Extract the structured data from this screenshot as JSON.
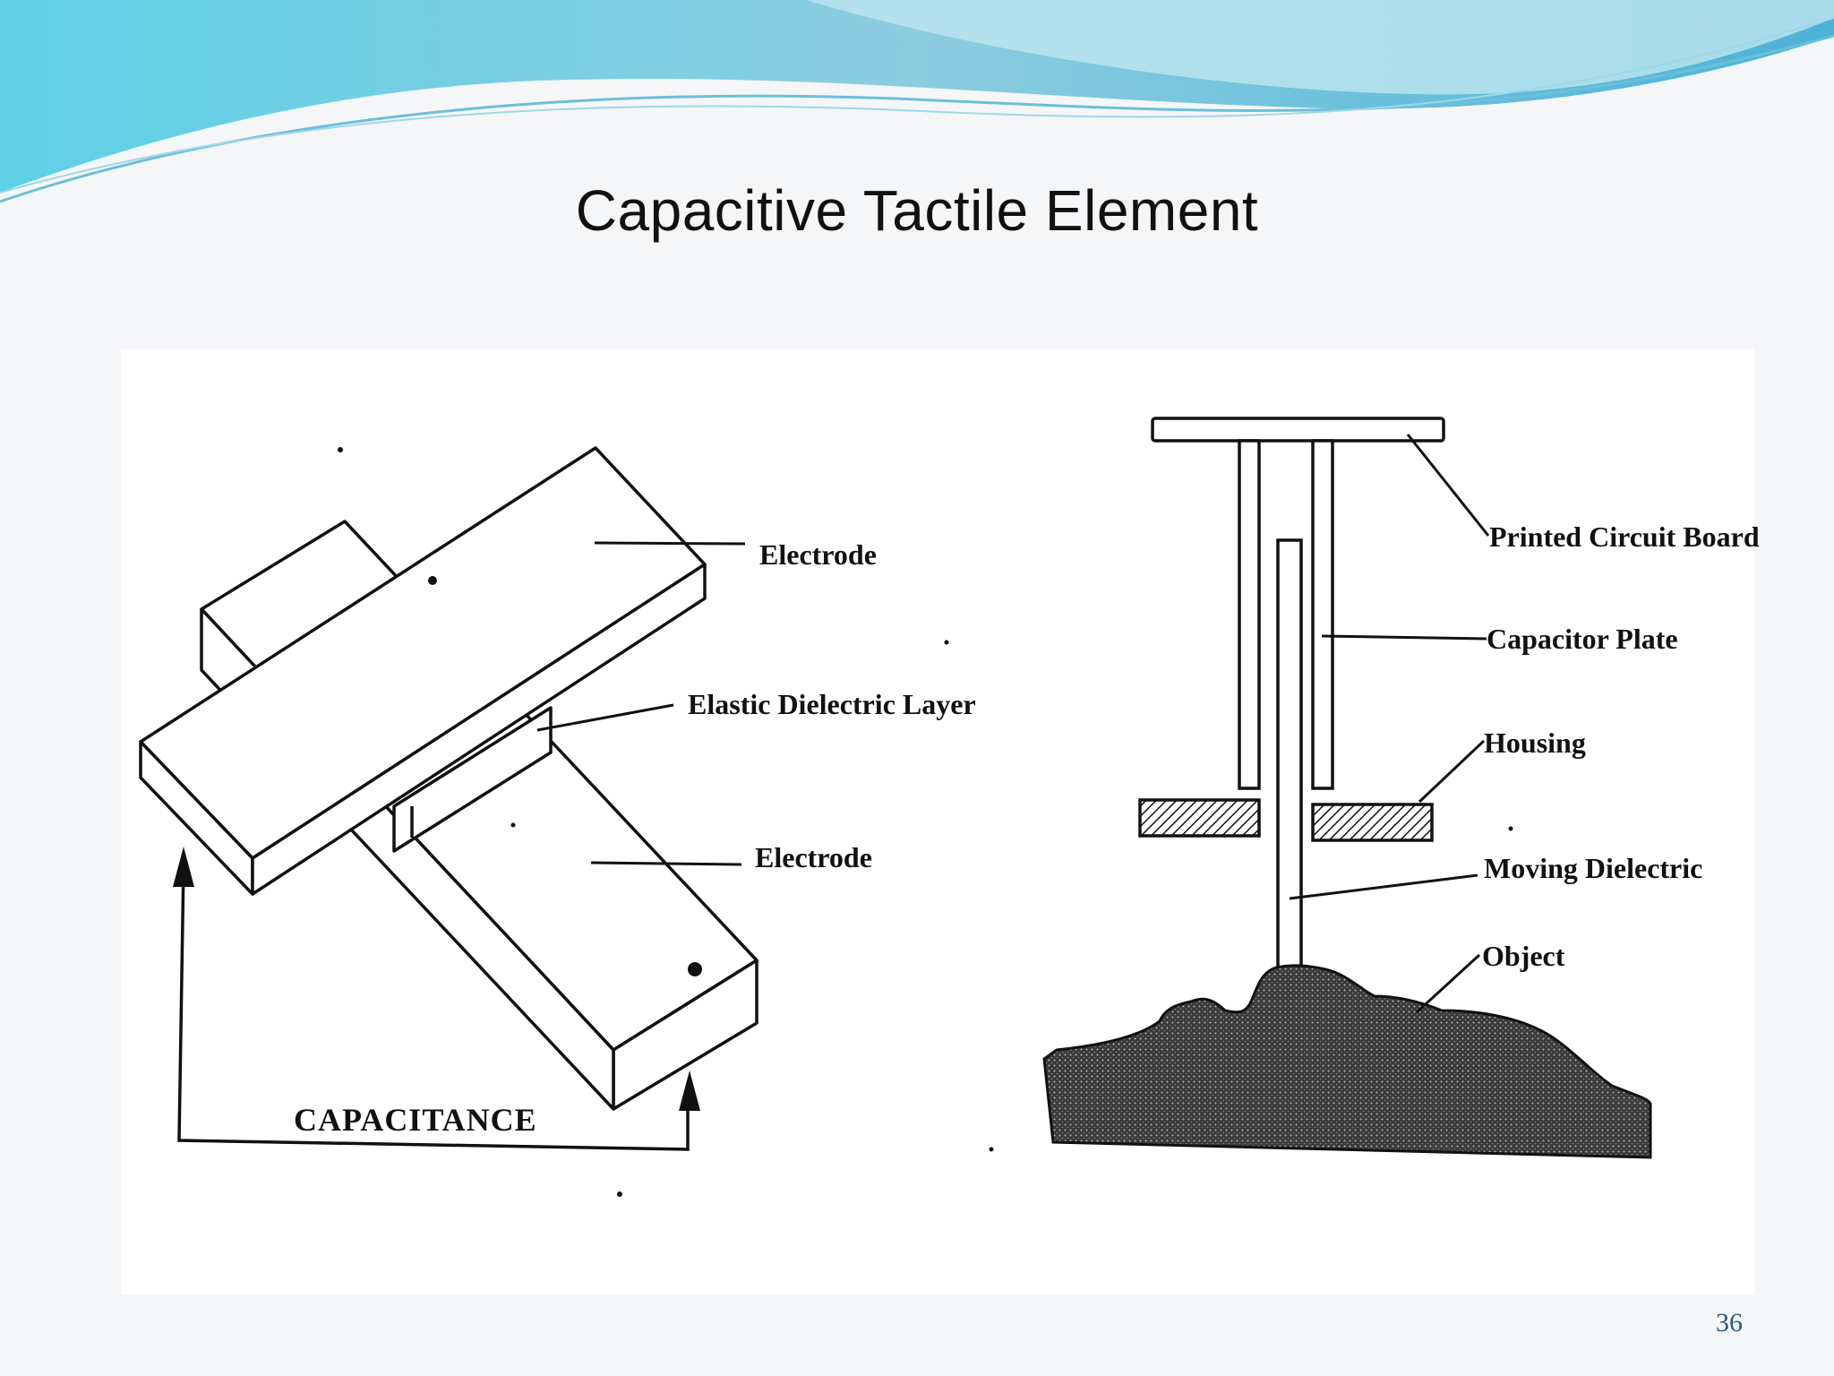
{
  "slide": {
    "title": "Capacitive Tactile Element",
    "page_number": "36"
  },
  "left_diagram": {
    "labels": {
      "top_electrode": "Electrode",
      "dielectric": "Elastic Dielectric Layer",
      "bottom_electrode": "Electrode",
      "capacitance": "CAPACITANCE"
    }
  },
  "right_diagram": {
    "labels": {
      "pcb": "Printed Circuit Board",
      "capacitor_plate": "Capacitor Plate",
      "housing": "Housing",
      "moving_dielectric": "Moving Dielectric",
      "object": "Object"
    }
  },
  "colors": {
    "wave_light": "#bfe6ef",
    "wave_mid": "#7fcbe0",
    "wave_dark": "#4aa9c9",
    "line": "#111111",
    "page_number": "#2a5a8a"
  }
}
